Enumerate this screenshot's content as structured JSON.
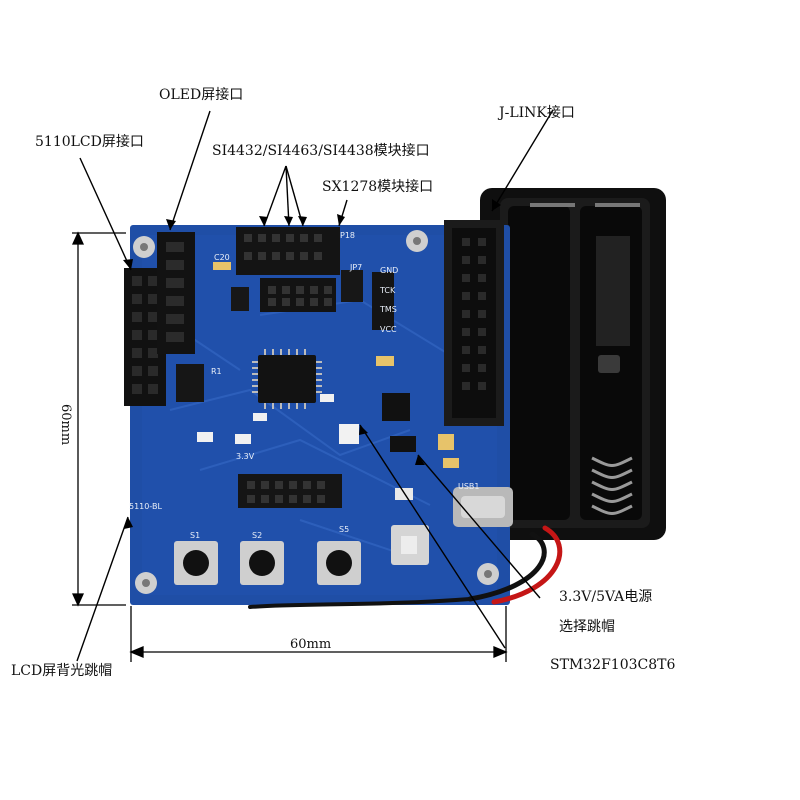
{
  "colors": {
    "pcb": "#1f4ea6",
    "pcb_dark": "#173d86",
    "header_black": "#151515",
    "battery_black": "#0d0d0d",
    "silk": "#f0f4ff",
    "wire_red": "#c51616",
    "metal": "#c9c9c9"
  },
  "annotations": {
    "oled": "OLED屏接口",
    "lcd5110": "5110LCD屏接口",
    "si_module": "SI4432/SI4463/SI4438模块接口",
    "sx1278": "SX1278模块接口",
    "jlink": "J-LINK接口",
    "power_jumper_line1": "3.3V/5VA电源",
    "power_jumper_line2": "选择跳帽",
    "mcu": "STM32F103C8T6",
    "backlight": "LCD屏背光跳帽"
  },
  "dimensions": {
    "height": "60mm",
    "width": "60mm"
  },
  "silkscreen": {
    "gnd": "GND",
    "tck": "TCK",
    "tms": "TMS",
    "vcc": "VCC",
    "jumper_5110": "5110-BL",
    "s1": "S1",
    "s2": "S2",
    "s5": "S5",
    "usb": "USB1",
    "v33": "3.3V",
    "r1": "R1",
    "c20": "C20",
    "jp7": "JP7",
    "p18": "P18"
  }
}
